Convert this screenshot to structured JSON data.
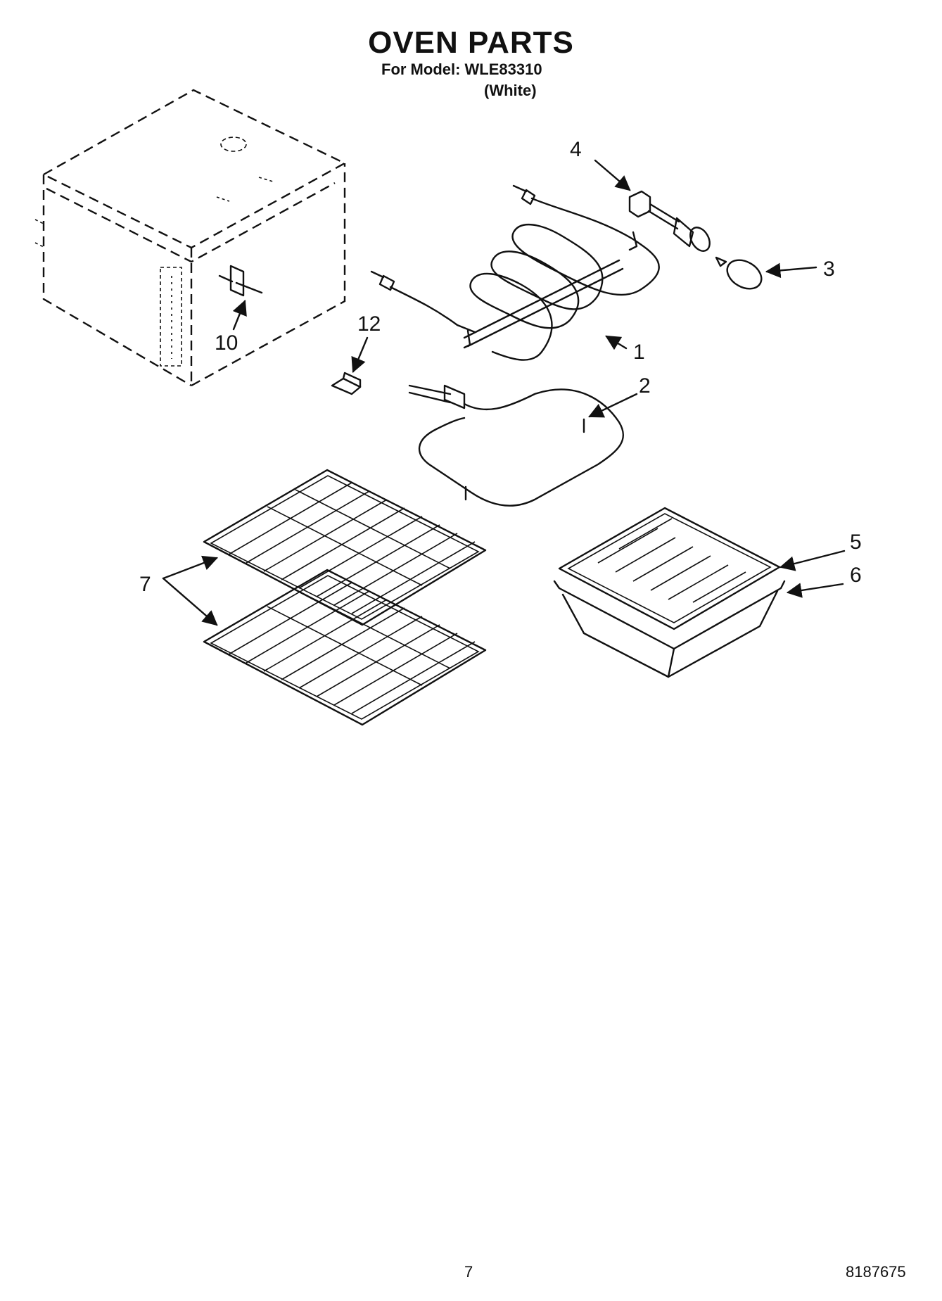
{
  "header": {
    "title": "OVEN PARTS",
    "model_line": "For Model: WLE83310",
    "color_line": "(White)"
  },
  "callouts": {
    "c1": "1",
    "c2": "2",
    "c3": "3",
    "c4": "4",
    "c5": "5",
    "c6": "6",
    "c7": "7",
    "c10": "10",
    "c12": "12"
  },
  "footer": {
    "page_number": "7",
    "document_number": "8187675"
  }
}
